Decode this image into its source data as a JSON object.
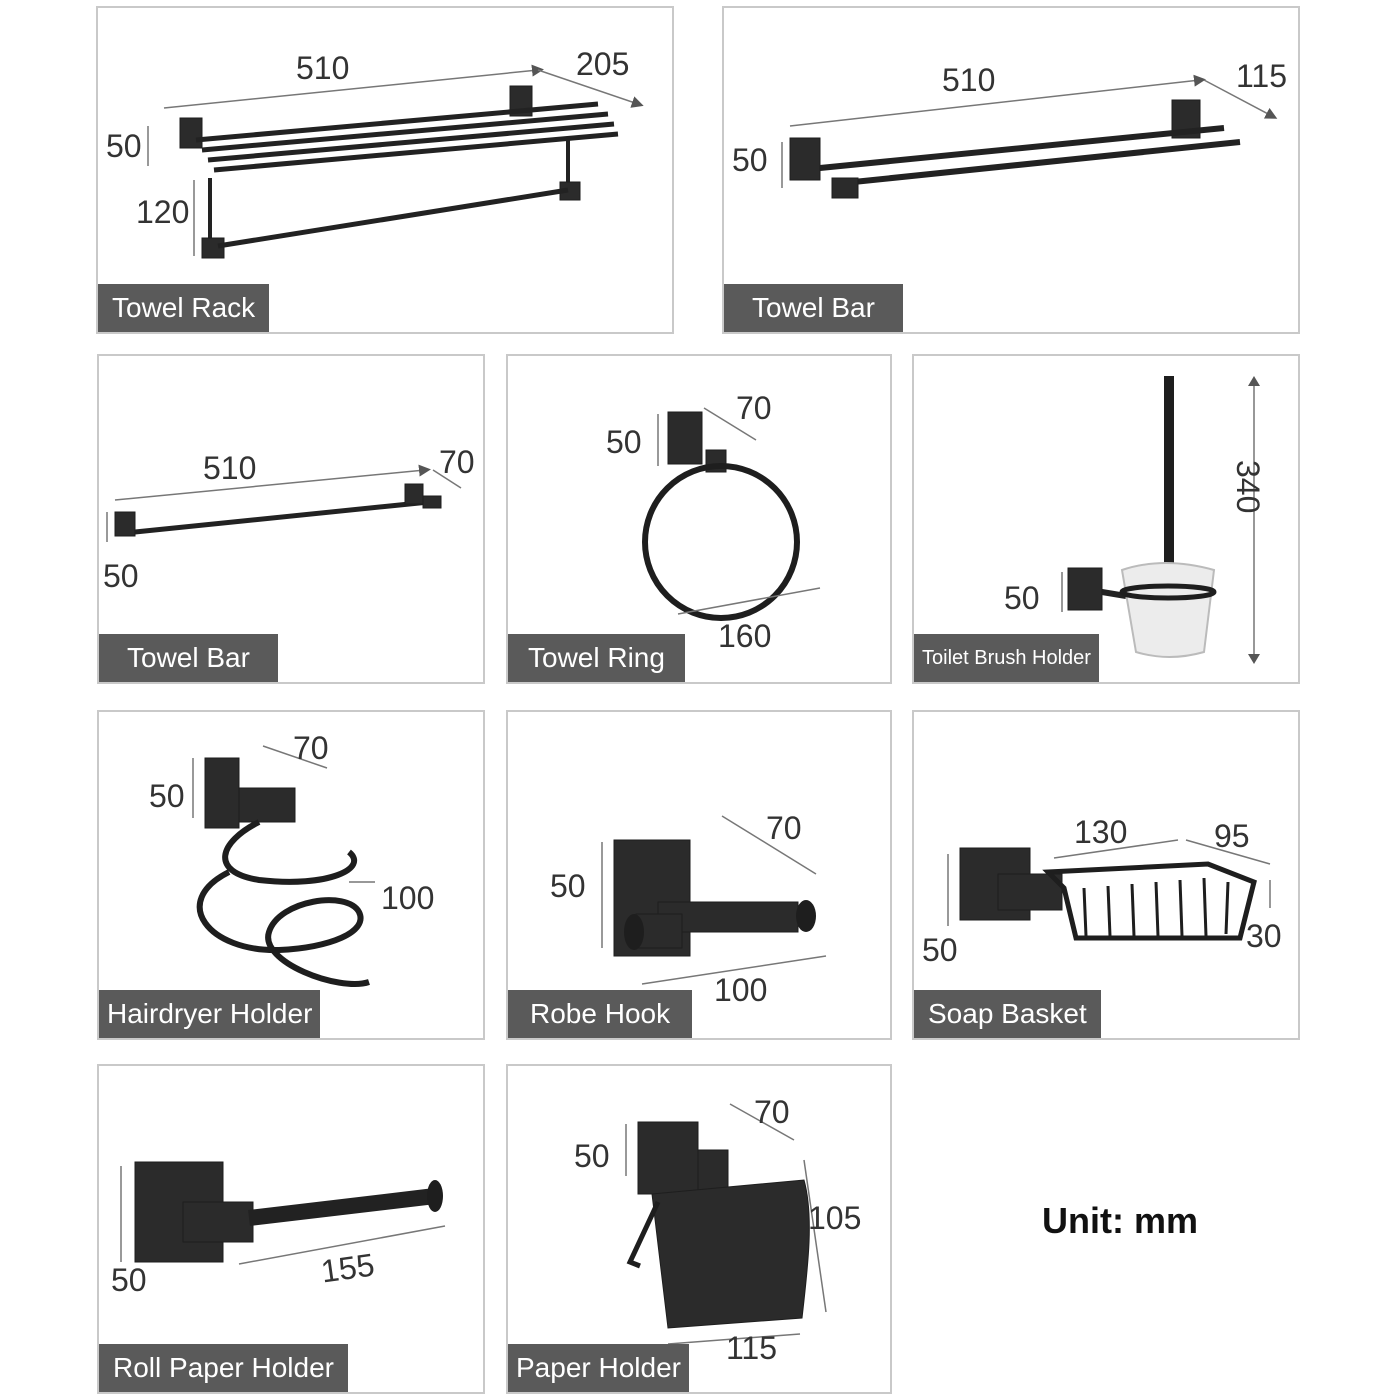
{
  "products": [
    {
      "label": "Towel Rack",
      "dims": [
        "510",
        "205",
        "50",
        "120"
      ]
    },
    {
      "label": "Towel Bar",
      "dims": [
        "510",
        "115",
        "50"
      ]
    },
    {
      "label": "Towel Bar",
      "dims": [
        "510",
        "70",
        "50"
      ]
    },
    {
      "label": "Towel Ring",
      "dims": [
        "70",
        "50",
        "160"
      ]
    },
    {
      "label": "Toilet Brush Holder",
      "dims": [
        "340",
        "50"
      ]
    },
    {
      "label": "Hairdryer Holder",
      "dims": [
        "70",
        "50",
        "100"
      ]
    },
    {
      "label": "Robe Hook",
      "dims": [
        "70",
        "50",
        "100"
      ]
    },
    {
      "label": "Soap Basket",
      "dims": [
        "130",
        "95",
        "50",
        "30"
      ]
    },
    {
      "label": "Roll Paper Holder",
      "dims": [
        "50",
        "155"
      ]
    },
    {
      "label": "Paper Holder",
      "dims": [
        "70",
        "50",
        "105",
        "115"
      ]
    }
  ],
  "unit_text": "Unit: mm",
  "colors": {
    "label_bg": "#5a5a5a",
    "border": "#c9c9c9",
    "metal": "#2b2b2b"
  }
}
